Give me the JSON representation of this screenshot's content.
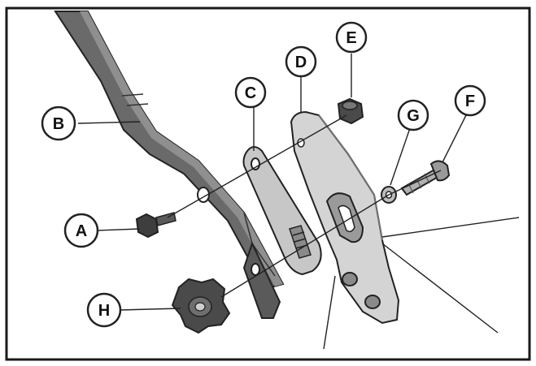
{
  "callouts": {
    "A": "A",
    "B": "B",
    "C": "C",
    "D": "D",
    "E": "E",
    "F": "F",
    "G": "G",
    "H": "H"
  },
  "colors": {
    "frame": "#1a1a1a",
    "part_dark": "#5b5b5b",
    "part_mid": "#8a8a8a",
    "part_light": "#c4c4c4",
    "bracket": "#d6d6d6",
    "outline": "#222222"
  }
}
